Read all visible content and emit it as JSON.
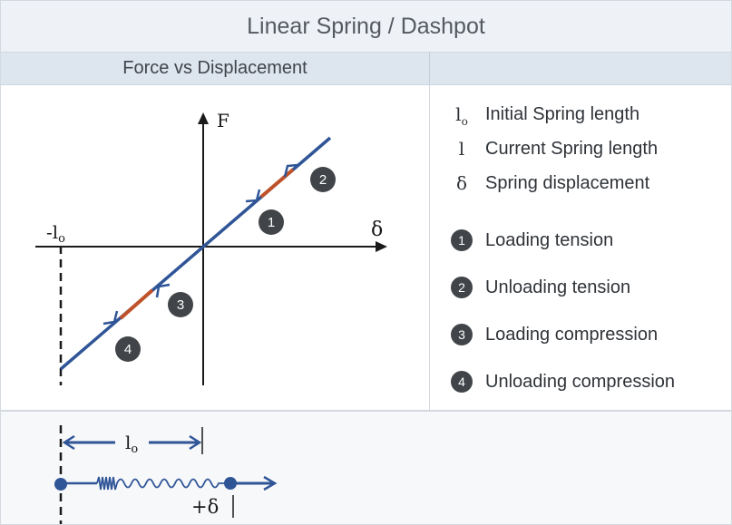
{
  "header": {
    "title": "Linear Spring / Dashpot"
  },
  "panel": {
    "left_title": "Force vs Displacement"
  },
  "plot": {
    "y_axis_label": "F",
    "x_axis_label": "δ",
    "neg_l0_label": "-l",
    "neg_l0_sub": "o",
    "markers": [
      "1",
      "2",
      "3",
      "4"
    ]
  },
  "symbols": [
    {
      "symbol": "l",
      "sub": "o",
      "label": "Initial Spring length"
    },
    {
      "symbol": "l",
      "sub": "",
      "label": "Current Spring length"
    },
    {
      "symbol": "δ",
      "sub": "",
      "label": "Spring displacement"
    }
  ],
  "legend": [
    {
      "num": "1",
      "label": "Loading tension"
    },
    {
      "num": "2",
      "label": "Unloading tension"
    },
    {
      "num": "3",
      "label": "Loading compression"
    },
    {
      "num": "4",
      "label": "Unloading compression"
    }
  ],
  "spring": {
    "length_label": "l",
    "length_sub": "o",
    "displacement_label": "+δ"
  },
  "colors": {
    "line": "#2f5597",
    "segment": "#c0522a",
    "badge": "#414448",
    "axis": "#1a1a1a"
  }
}
